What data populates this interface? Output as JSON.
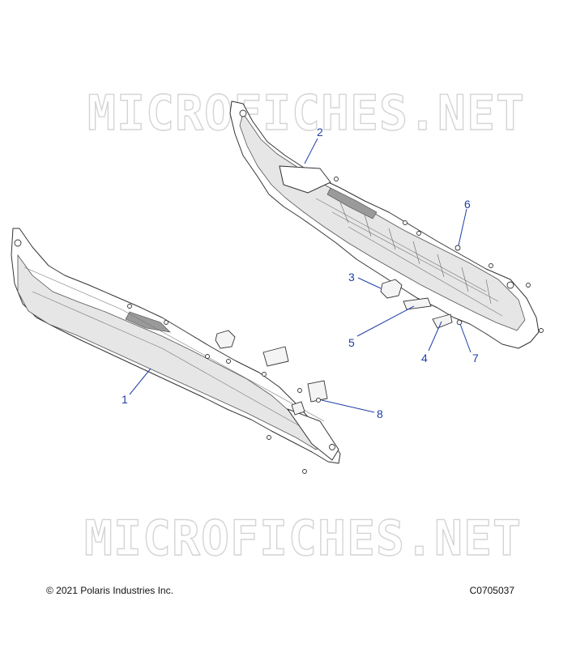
{
  "watermark": {
    "top_text": "MICROFICHES.NET",
    "bottom_text": "MICROFICHES.NET"
  },
  "callouts": [
    {
      "id": "1",
      "label": "1"
    },
    {
      "id": "2",
      "label": "2"
    },
    {
      "id": "3",
      "label": "3"
    },
    {
      "id": "4",
      "label": "4"
    },
    {
      "id": "5",
      "label": "5"
    },
    {
      "id": "6",
      "label": "6"
    },
    {
      "id": "7",
      "label": "7"
    },
    {
      "id": "8",
      "label": "8"
    }
  ],
  "footer": {
    "copyright": "© 2021 Polaris Industries Inc.",
    "drawing_code": "C0705037"
  },
  "colors": {
    "callout": "#1f3fa8",
    "watermark": "#d4d4d4",
    "line": "#333333"
  }
}
